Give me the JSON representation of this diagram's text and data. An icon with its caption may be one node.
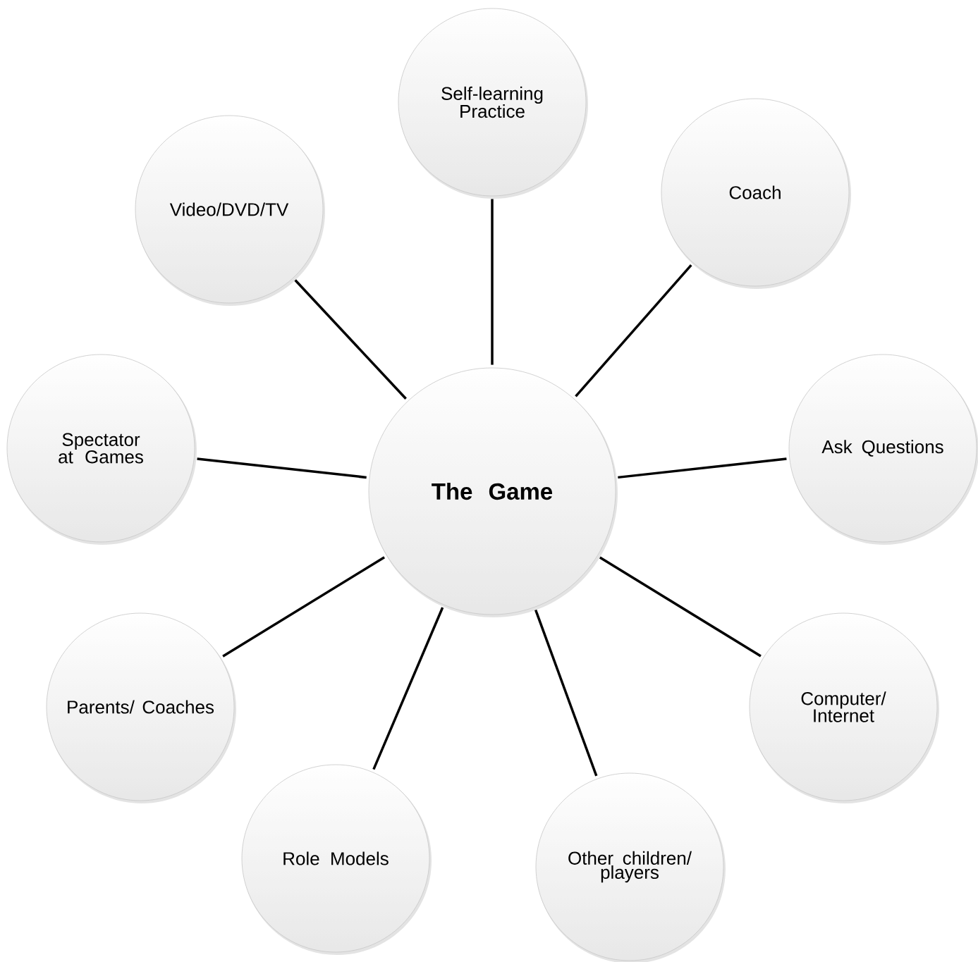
{
  "diagram": {
    "nodes": [
      {
        "text": [
          "The Game"
        ]
      },
      {
        "text": [
          "Self-learning Practice"
        ]
      },
      {
        "text": [
          "Coach"
        ]
      },
      {
        "text": [
          "Ask Questions"
        ]
      },
      {
        "text": [
          "Computer/ Internet"
        ]
      },
      {
        "text": [
          "Other children/ players"
        ]
      },
      {
        "text": [
          "Role Models"
        ]
      },
      {
        "text": [
          "Parents/ Coaches"
        ]
      },
      {
        "text": [
          "Spectator at Games"
        ]
      },
      {
        "text": [
          "Video/DVD/TV"
        ]
      }
    ],
    "edges": [
      {
        "from": 0,
        "to": 1,
        "arrow": "none"
      },
      {
        "from": 0,
        "to": 2,
        "arrow": "none"
      },
      {
        "from": 0,
        "to": 3,
        "arrow": "none"
      },
      {
        "from": 0,
        "to": 4,
        "arrow": "none"
      },
      {
        "from": 0,
        "to": 5,
        "arrow": "none"
      },
      {
        "from": 0,
        "to": 6,
        "arrow": "none"
      },
      {
        "from": 0,
        "to": 7,
        "arrow": "none"
      },
      {
        "from": 0,
        "to": 8,
        "arrow": "none"
      },
      {
        "from": 0,
        "to": 9,
        "arrow": "none"
      }
    ]
  }
}
